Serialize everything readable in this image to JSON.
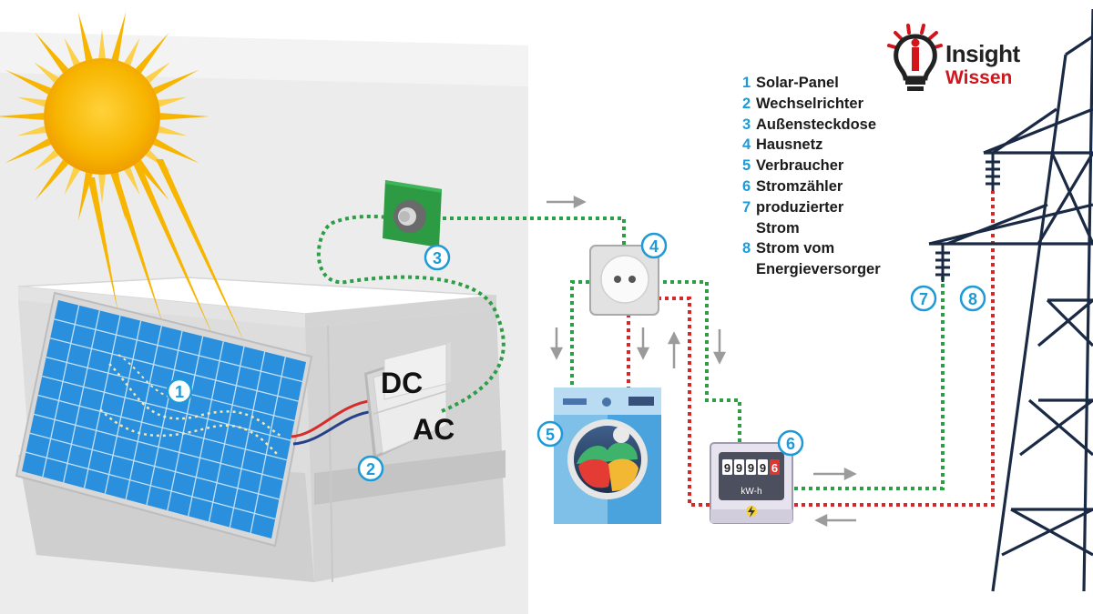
{
  "logo": {
    "line1": "Insight",
    "line2": "Wissen",
    "accent": "#d3141b"
  },
  "legend": [
    {
      "num": "1",
      "label": "Solar-Panel"
    },
    {
      "num": "2",
      "label": "Wechselrichter"
    },
    {
      "num": "3",
      "label": "Außensteckdose"
    },
    {
      "num": "4",
      "label": "Hausnetz"
    },
    {
      "num": "5",
      "label": "Verbraucher"
    },
    {
      "num": "6",
      "label": "Stromzähler"
    },
    {
      "num": "7",
      "label": "produzierter\nStrom"
    },
    {
      "num": "8",
      "label": "Strom vom\nEnergieversorger"
    }
  ],
  "markers": {
    "m1": "1",
    "m2": "2",
    "m3": "3",
    "m4": "4",
    "m5": "5",
    "m6": "6",
    "m7": "7",
    "m8": "8"
  },
  "inverter": {
    "dc": "DC",
    "ac": "AC"
  },
  "meter": {
    "digits": [
      "9",
      "9",
      "9",
      "9"
    ],
    "last_digit": "6",
    "unit": "kW-h"
  },
  "icons": {
    "sun": "sun-icon",
    "bulb": "lightbulb-icon",
    "socket": "socket-icon",
    "washer": "washing-machine-icon",
    "pylon": "power-pylon-icon",
    "lightning": "lightning-icon"
  },
  "colors": {
    "marker": "#1e9ad6",
    "produced": "#2e9e46",
    "grid": "#d62828",
    "panel": "#2a8fdc",
    "sun": "#f6a800",
    "socket": "#2d9a44",
    "wall": "#eaeaea"
  }
}
